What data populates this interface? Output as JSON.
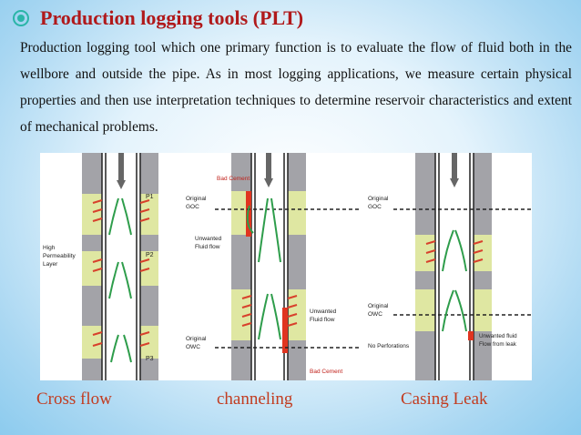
{
  "slide": {
    "title": "Production logging tools (PLT)",
    "paragraph": "Production logging tool which one primary function is to evaluate the flow of fluid both in the wellbore and outside the pipe. As in most logging applications, we measure certain physical properties and then use interpretation techniques to determine reservoir characteristics and extent of mechanical problems."
  },
  "figure": {
    "cross_flow": {
      "caption": "Cross flow",
      "labels": {
        "p1": "P1",
        "p2": "P2",
        "p3": "P3",
        "layer_l1": "High",
        "layer_l2": "Permeability",
        "layer_l3": "Layer"
      }
    },
    "channeling": {
      "caption": "channeling",
      "labels": {
        "bad_cement_top": "Bad Cement",
        "goc_l1": "Original",
        "goc_l2": "GOC",
        "unwanted_l1": "Unwanted",
        "unwanted_l2": "Fluid flow",
        "unwanted2_l1": "Unwanted",
        "unwanted2_l2": "Fluid flow",
        "owc_l1": "Original",
        "owc_l2": "OWC",
        "bad_cement_bottom": "Bad Cement"
      }
    },
    "casing_leak": {
      "caption": "Casing Leak",
      "labels": {
        "goc_l1": "Original",
        "goc_l2": "GOC",
        "owc_l1": "Original",
        "owc_l2": "OWC",
        "no_perf": "No Perforations",
        "leak_l1": "Unwanted fluid",
        "leak_l2": "Flow from leak"
      }
    }
  },
  "colors": {
    "title": "#b0191b",
    "caption": "#c23c20",
    "bullet": "#2ab5a8",
    "rock_gray": "#a3a3a8",
    "sand_yellow": "#dfe7a2",
    "arrow_green": "#2e9d4b",
    "arrow_red": "#d8402c",
    "cement_red": "#e03520"
  }
}
